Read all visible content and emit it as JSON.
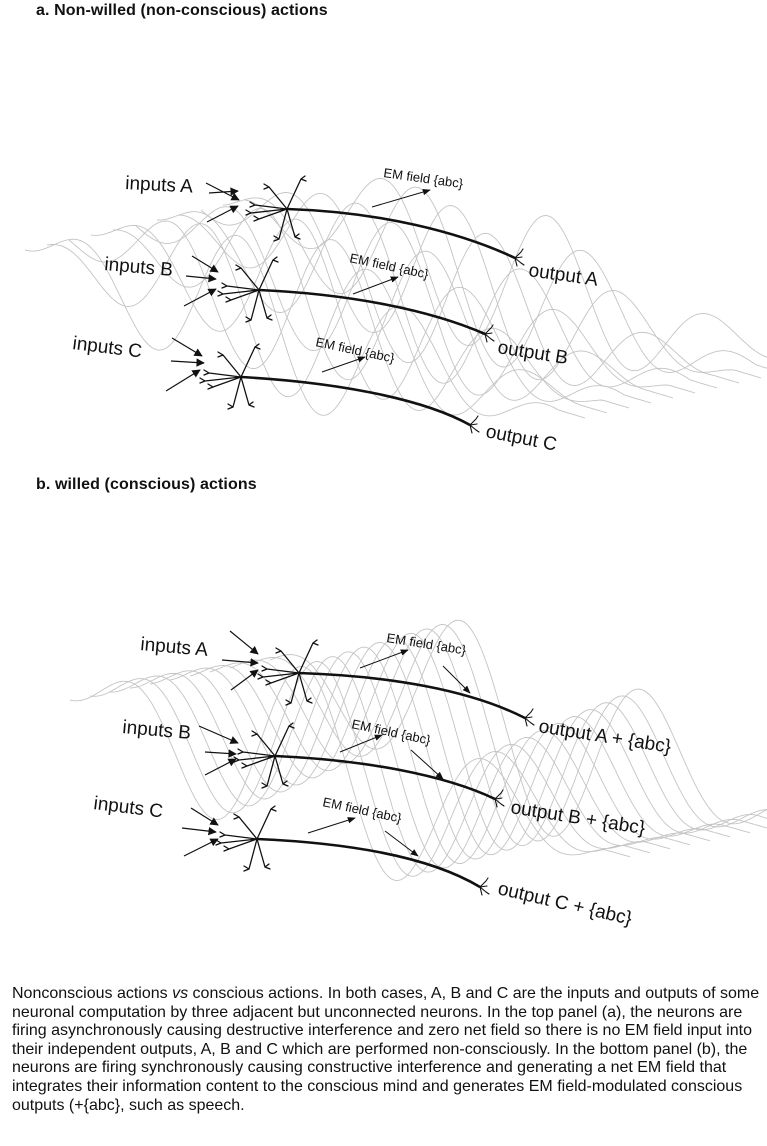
{
  "panels": [
    {
      "id": "a",
      "title": "a. Non-willed (non-conscious) actions",
      "field_state": "asynchronous",
      "neurons": [
        {
          "input_label": "inputs A",
          "field_label": "EM field {abc}",
          "output_label": "output A"
        },
        {
          "input_label": "inputs B",
          "field_label": "EM field {abc}",
          "output_label": "output B"
        },
        {
          "input_label": "inputs C",
          "field_label": "EM field {abc}",
          "output_label": "output C"
        }
      ]
    },
    {
      "id": "b",
      "title": "b. willed (conscious) actions",
      "field_state": "synchronous",
      "neurons": [
        {
          "input_label": "inputs A",
          "field_label": "EM field {abc}",
          "output_label": "output A + {abc}"
        },
        {
          "input_label": "inputs B",
          "field_label": "EM field {abc}",
          "output_label": "output B + {abc}"
        },
        {
          "input_label": "inputs C",
          "field_label": "EM field {abc}",
          "output_label": "output C + {abc}"
        }
      ]
    }
  ],
  "caption": {
    "part1": "Nonconscious actions ",
    "italic": "vs",
    "part2": " conscious actions. In both cases, A, B and C are the inputs and outputs of some neuronal computation by three adjacent but unconnected neurons. In the top panel (a), the neurons are firing asynchronously causing destructive interference and zero net field so there is no EM field input into their independent outputs, A, B and C which are performed non-consciously. In the bottom panel (b), the neurons are firing synchronously causing constructive interference and generating a net EM field that integrates their information content to the conscious mind and generates EM field-modulated conscious outputs (+{abc}, such as speech."
  },
  "colors": {
    "wave": "#c4c4c4",
    "ink": "#111111"
  },
  "icons": [
    "arrow-icon",
    "neuron-icon"
  ]
}
